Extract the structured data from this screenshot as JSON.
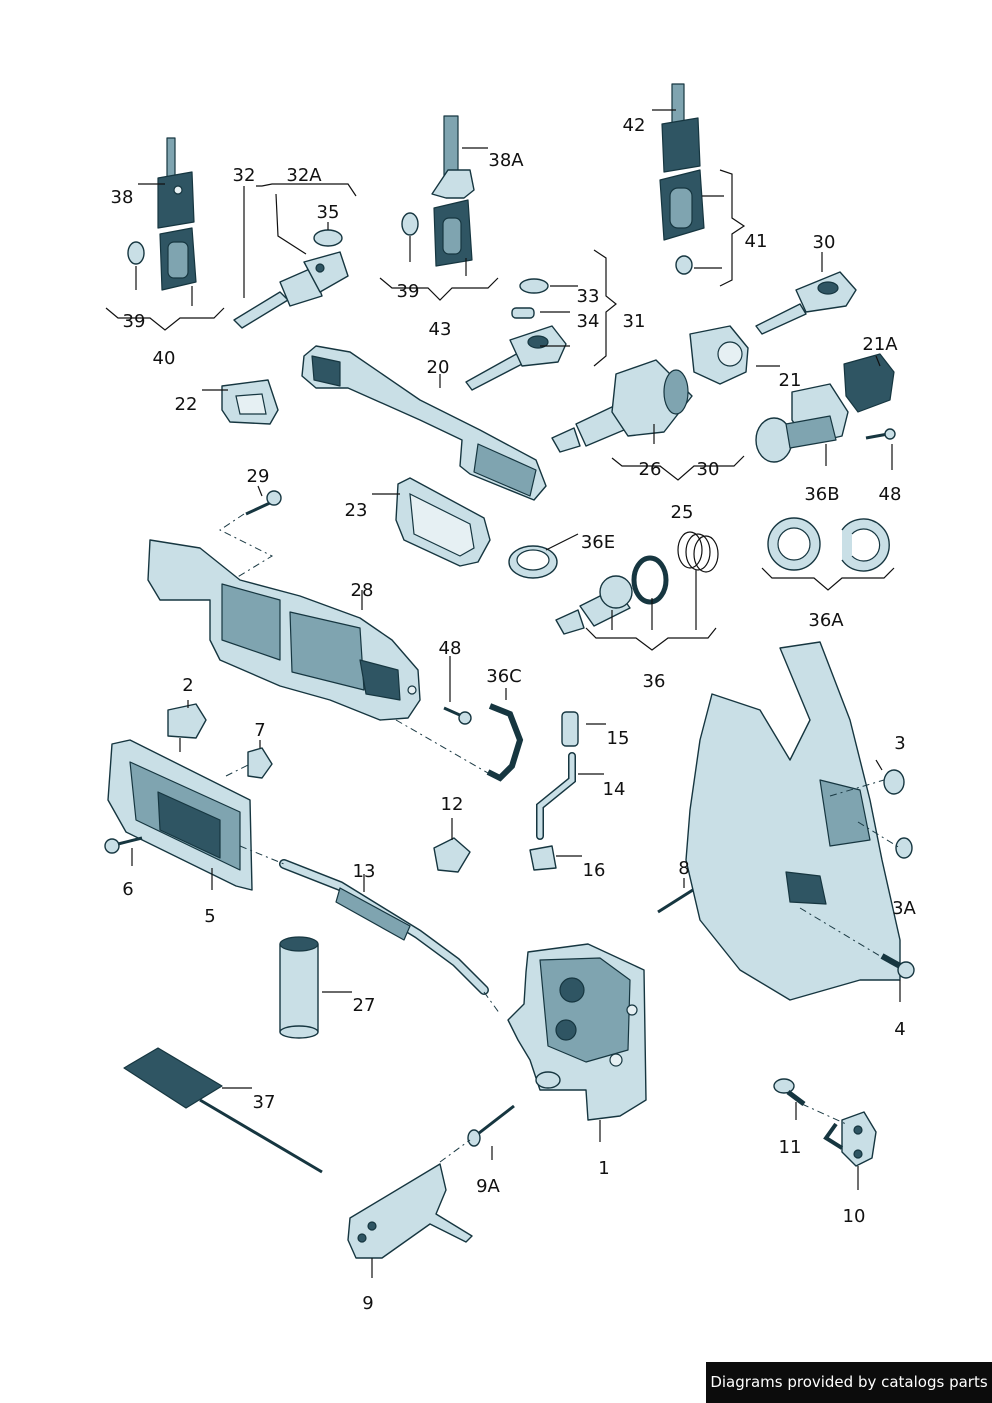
{
  "diagram": {
    "labels": {
      "p1": "1",
      "p2": "2",
      "p3": "3",
      "p3a": "3A",
      "p4": "4",
      "p5": "5",
      "p6": "6",
      "p7": "7",
      "p8": "8",
      "p9": "9",
      "p9a": "9A",
      "p10": "10",
      "p11": "11",
      "p12": "12",
      "p13": "13",
      "p14": "14",
      "p15": "15",
      "p16": "16",
      "p20": "20",
      "p21": "21",
      "p21a": "21A",
      "p22": "22",
      "p23": "23",
      "p25": "25",
      "p26": "26",
      "p27": "27",
      "p28": "28",
      "p29": "29",
      "p30a": "30",
      "p30b": "30",
      "p31": "31",
      "p32": "32",
      "p32a": "32A",
      "p33": "33",
      "p34": "34",
      "p35": "35",
      "p36": "36",
      "p36a": "36A",
      "p36b": "36B",
      "p36c": "36C",
      "p36e": "36E",
      "p37": "37",
      "p38": "38",
      "p38a": "38A",
      "p39a": "39",
      "p39b": "39",
      "p40": "40",
      "p41": "41",
      "p42": "42",
      "p43": "43",
      "p48a": "48",
      "p48b": "48"
    }
  },
  "credit": "Diagrams provided by catalogs parts",
  "colors": {
    "part_fill": "#c9dfe6",
    "part_dark": "#2f5563",
    "outline": "#163640",
    "credit_bg": "#0c0c0c"
  }
}
